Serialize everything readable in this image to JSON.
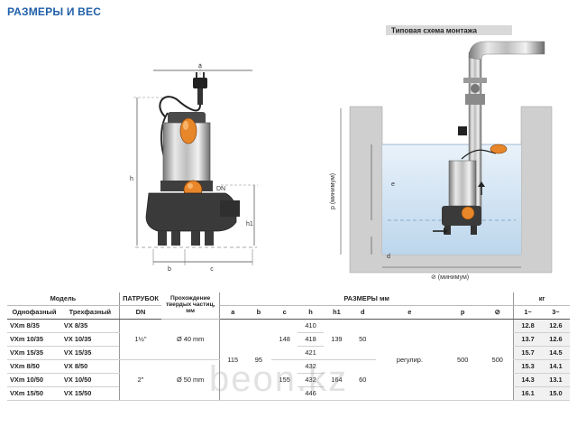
{
  "heading": "РАЗМЕРЫ И ВЕС",
  "install_title": "Типовая схема монтажа",
  "left_dims": {
    "a": "a",
    "h": "h",
    "h1": "h1",
    "dn": "DN",
    "b": "b",
    "c": "c"
  },
  "right_dims": {
    "p_min": "p (минимум)",
    "e": "e",
    "d": "d",
    "side_min": "⊘ (минимум)"
  },
  "table": {
    "model_header": "Модель",
    "outlet_header": "ПАТРУБОК",
    "solids_header": "Прохождение твердых частиц, мм",
    "dims_header": "РАЗМЕРЫ мм",
    "kg_header": "кг",
    "single_phase": "Однофазный",
    "three_phase": "Трехфазный",
    "dn": "DN",
    "cols": [
      "a",
      "b",
      "c",
      "h",
      "h1",
      "d",
      "e",
      "p",
      "⊘",
      "1~",
      "3~"
    ],
    "rows": [
      {
        "m1": "VXm 8/35",
        "m3": "VX 8/35",
        "h": "410",
        "kg1": "12.8",
        "kg3": "12.6"
      },
      {
        "m1": "VXm 10/35",
        "m3": "VX 10/35",
        "h": "418",
        "kg1": "13.7",
        "kg3": "12.6"
      },
      {
        "m1": "VXm 15/35",
        "m3": "VX 15/35",
        "h": "421",
        "kg1": "15.7",
        "kg3": "14.5"
      },
      {
        "m1": "VXm 8/50",
        "m3": "VX 8/50",
        "h": "432",
        "kg1": "15.3",
        "kg3": "14.1"
      },
      {
        "m1": "VXm 10/50",
        "m3": "VX 10/50",
        "h": "432",
        "kg1": "14.3",
        "kg3": "13.1"
      },
      {
        "m1": "VXm 15/50",
        "m3": "VX 15/50",
        "h": "446",
        "kg1": "16.1",
        "kg3": "15.0"
      }
    ],
    "group35": {
      "outlet": "1½\"",
      "solids": "Ø 40 mm",
      "c": "148",
      "h1": "139",
      "d": "50"
    },
    "group50": {
      "outlet": "2\"",
      "solids": "Ø 50 mm",
      "c": "155",
      "h1": "164",
      "d": "60"
    },
    "common": {
      "a": "115",
      "b": "95",
      "e": "регулир.",
      "p": "500",
      "side": "500"
    }
  },
  "watermark": "beon.kz"
}
